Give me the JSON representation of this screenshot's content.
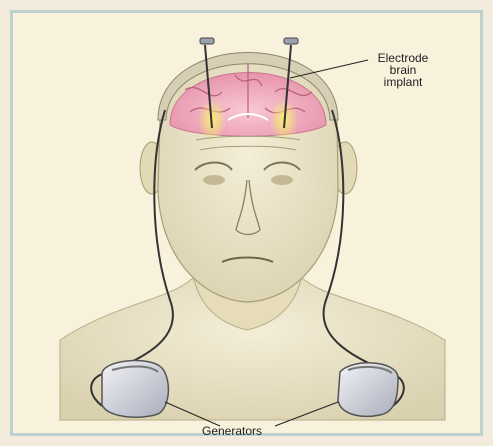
{
  "labels": {
    "electrode_line1": "Electrode",
    "electrode_line2": "brain",
    "electrode_line3": "implant",
    "generators": "Generators"
  },
  "colors": {
    "background": "#f8f1dc",
    "border": "#bcd2cf",
    "skin": "#ebe3c6",
    "brain": "#f2b6c4",
    "implant_glow": "#f1e86a",
    "generator": "#d9dbe3",
    "wire": "#3a3a3a"
  }
}
